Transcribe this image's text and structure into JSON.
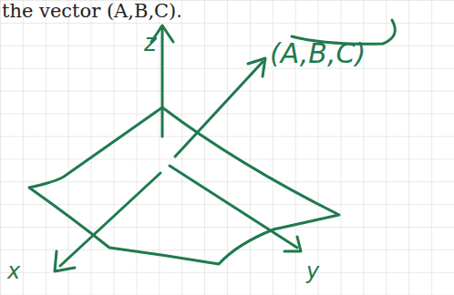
{
  "diagram": {
    "labels": [
      "the vector (A,B,C).",
      "z",
      "(A,B,C)",
      "x",
      "y"
    ]
  }
}
